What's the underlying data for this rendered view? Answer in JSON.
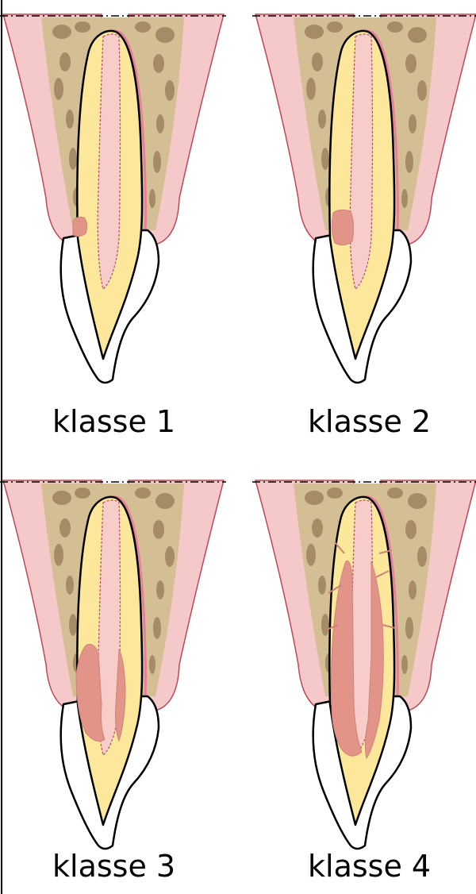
{
  "panels": [
    {
      "label": "klasse 1"
    },
    {
      "label": "klasse 2"
    },
    {
      "label": "klasse 3"
    },
    {
      "label": "klasse 4"
    }
  ],
  "colors": {
    "gingiva": "#F5C9C9",
    "gingiva_border": "#B94A58",
    "bone": "#D4BE94",
    "bone_cavities": "#A58C66",
    "root_dentin": "#FCE79A",
    "pulp": "#F7CCC9",
    "lesion": "#E29488",
    "lesion_border": "#D0827A",
    "enamel": "#FFFFFF",
    "outline": "#000000"
  }
}
